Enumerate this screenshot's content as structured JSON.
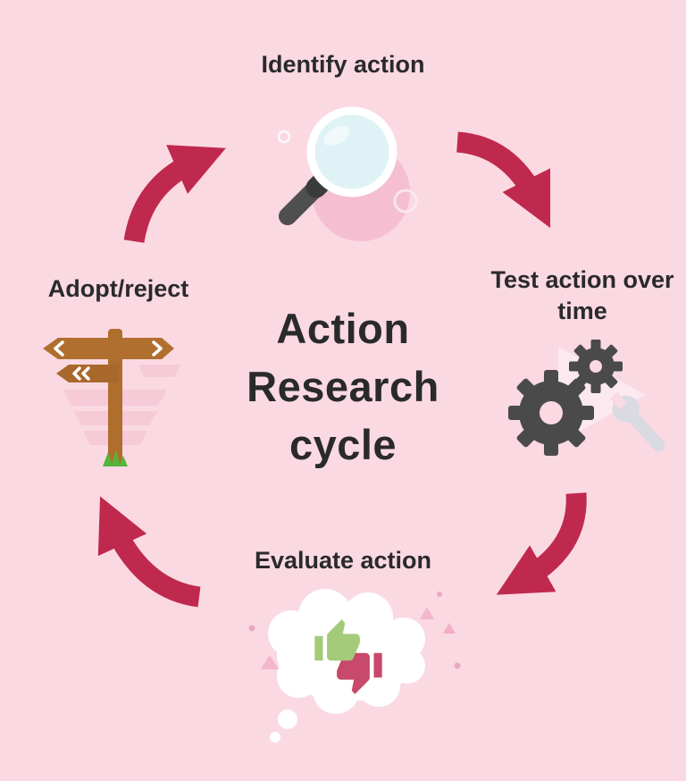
{
  "diagram": {
    "title": "Action Research cycle",
    "title_lines": [
      "Action",
      "Research",
      "cycle"
    ],
    "nodes": [
      {
        "label": "Identify action",
        "icon": "magnifier-icon"
      },
      {
        "label": "Test action over time",
        "icon": "gears-wrench-icon"
      },
      {
        "label": "Evaluate action",
        "icon": "thumbs-up-down-icon"
      },
      {
        "label": "Adopt/reject",
        "icon": "signpost-icon"
      }
    ],
    "arrows": [
      {
        "from": "Identify action",
        "to": "Test action over time"
      },
      {
        "from": "Test action over time",
        "to": "Evaluate action"
      },
      {
        "from": "Evaluate action",
        "to": "Adopt/reject"
      },
      {
        "from": "Adopt/reject",
        "to": "Identify action"
      }
    ],
    "colors": {
      "background": "#FAD9E2",
      "arrow": "#C0294E",
      "text": "#2A2A2A",
      "accent_pink": "#F5BFD1",
      "lens_fill": "#DFF2F5",
      "handle_gray": "#4F4F4F",
      "gear_gray": "#4A4A4A",
      "wrench_gray": "#D9DAE2",
      "post_brown": "#B06F2F",
      "grass_green": "#55B53C",
      "thumb_up_green": "#A3CB79",
      "thumb_down_red": "#C8496B",
      "bubble_white": "#FFFFFF"
    }
  }
}
